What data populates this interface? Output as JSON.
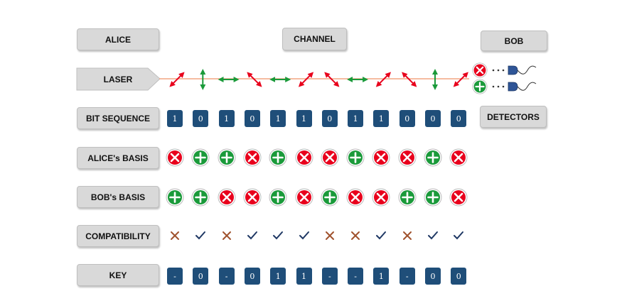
{
  "headers": {
    "alice": "ALICE",
    "channel": "CHANNEL",
    "bob": "BOB",
    "detectors": "DETECTORS"
  },
  "rows": {
    "laser": "LASER",
    "bit_sequence": "BIT SEQUENCE",
    "alice_basis": "ALICE's BASIS",
    "bob_basis": "BOB's BASIS",
    "compatibility": "COMPATIBILITY",
    "key": "KEY"
  },
  "photon_polarizations": [
    "antidiagonal",
    "vertical",
    "horizontal",
    "diagonal",
    "horizontal",
    "antidiagonal",
    "diagonal",
    "horizontal",
    "antidiagonal",
    "diagonal",
    "vertical",
    "antidiagonal"
  ],
  "bit_sequence": [
    "1",
    "0",
    "1",
    "0",
    "1",
    "1",
    "0",
    "1",
    "1",
    "0",
    "0",
    "0"
  ],
  "alice_basis": [
    "diagonal",
    "rectilinear",
    "rectilinear",
    "diagonal",
    "rectilinear",
    "diagonal",
    "diagonal",
    "rectilinear",
    "diagonal",
    "diagonal",
    "rectilinear",
    "diagonal"
  ],
  "bob_basis": [
    "rectilinear",
    "rectilinear",
    "diagonal",
    "diagonal",
    "rectilinear",
    "diagonal",
    "rectilinear",
    "diagonal",
    "diagonal",
    "rectilinear",
    "rectilinear",
    "diagonal"
  ],
  "compatibility": [
    "mismatch",
    "match",
    "mismatch",
    "match",
    "match",
    "match",
    "mismatch",
    "mismatch",
    "match",
    "mismatch",
    "match",
    "match"
  ],
  "key": [
    "-",
    "0",
    "-",
    "0",
    "1",
    "1",
    "-",
    "-",
    "1",
    "-",
    "0",
    "0"
  ],
  "detectors": [
    "diagonal",
    "rectilinear"
  ],
  "colors": {
    "bit_box": "#1f4e79",
    "diagonal_basis": "#e8001c",
    "rectilinear_basis": "#1a9a3a",
    "beam": "#f4a582",
    "match_check": "#1f3864",
    "mismatch_cross": "#a0522d",
    "label_pill": "#d9d9d9"
  }
}
